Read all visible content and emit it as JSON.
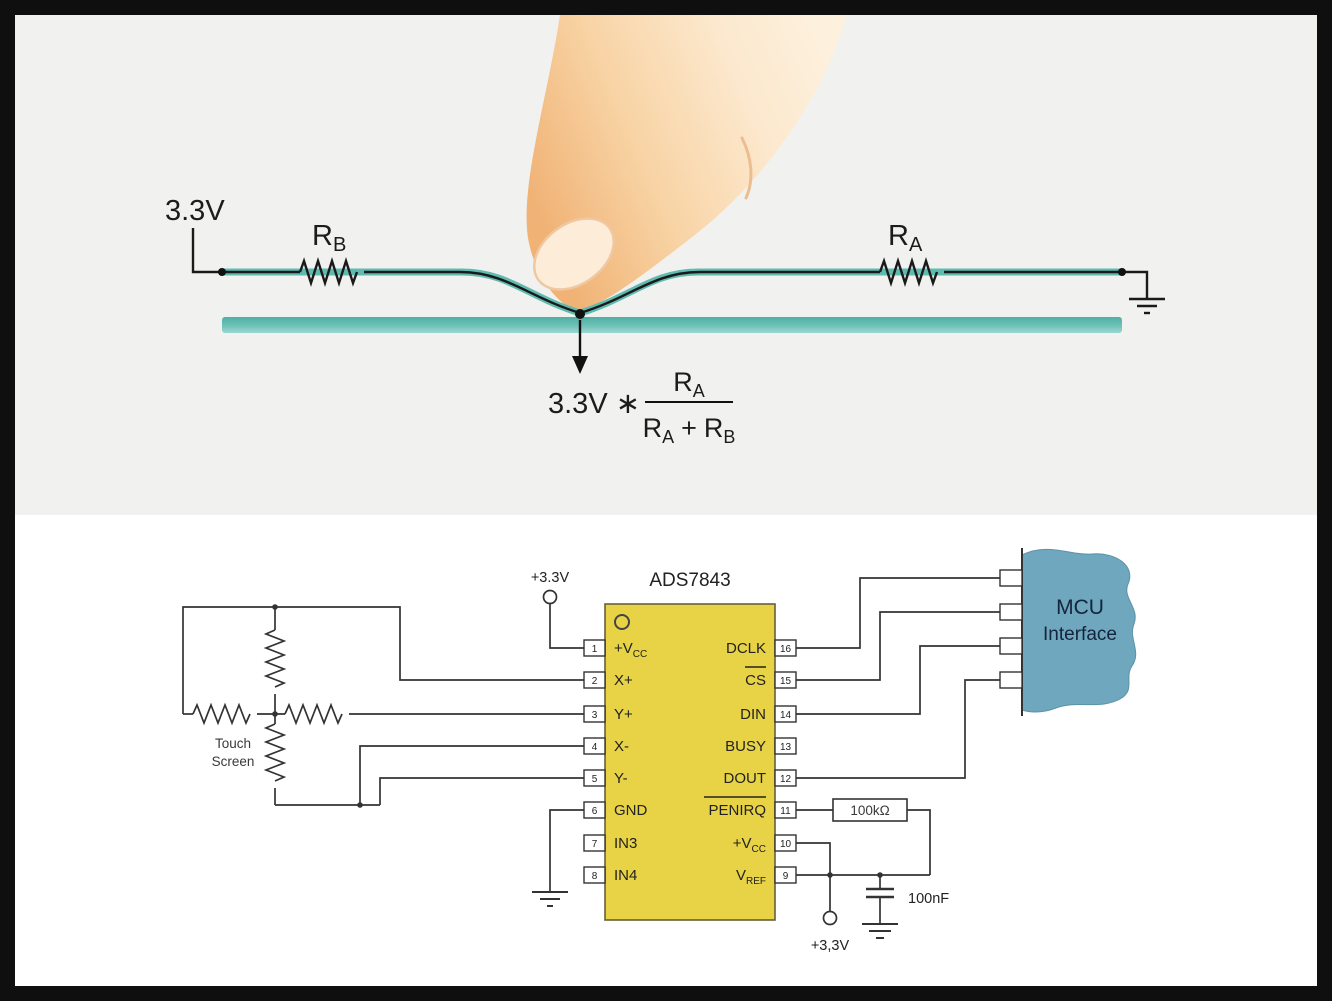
{
  "colors": {
    "frame": "#0f0f0f",
    "panel_gray": "#f1f1ef",
    "teal_film": "#5fbab0",
    "chip_yellow": "#e8d245",
    "mcu_blue": "#6ea7be",
    "wire_black": "#1a1a1a",
    "schematic_wire": "#333333",
    "finger_skin": "#f8d3a4"
  },
  "touch_model": {
    "supply_label": "3.3V",
    "resistor_b": {
      "base": "R",
      "sub": "B"
    },
    "resistor_a": {
      "base": "R",
      "sub": "A"
    },
    "formula": {
      "prefix": "3.3V ∗",
      "numerator": {
        "base": "R",
        "sub": "A"
      },
      "denominator": {
        "r1": "R",
        "r1_sub": "A",
        "op": "+",
        "r2": "R",
        "r2_sub": "B"
      }
    }
  },
  "schematic": {
    "chip_title": "ADS7843",
    "left_pins": [
      {
        "num": "1",
        "label": "+V",
        "sub": "CC"
      },
      {
        "num": "2",
        "label": "X+",
        "sub": ""
      },
      {
        "num": "3",
        "label": "Y+",
        "sub": ""
      },
      {
        "num": "4",
        "label": "X-",
        "sub": ""
      },
      {
        "num": "5",
        "label": "Y-",
        "sub": ""
      },
      {
        "num": "6",
        "label": "GND",
        "sub": ""
      },
      {
        "num": "7",
        "label": "IN3",
        "sub": ""
      },
      {
        "num": "8",
        "label": "IN4",
        "sub": ""
      }
    ],
    "right_pins": [
      {
        "num": "16",
        "label": "DCLK",
        "sub": "",
        "overline": false
      },
      {
        "num": "15",
        "label": "CS",
        "sub": "",
        "overline": true
      },
      {
        "num": "14",
        "label": "DIN",
        "sub": "",
        "overline": false
      },
      {
        "num": "13",
        "label": "BUSY",
        "sub": "",
        "overline": false
      },
      {
        "num": "12",
        "label": "DOUT",
        "sub": "",
        "overline": false
      },
      {
        "num": "11",
        "label": "PENIRQ",
        "sub": "",
        "overline": true
      },
      {
        "num": "10",
        "label": "+V",
        "sub": "CC"
      },
      {
        "num": "9",
        "label": "V",
        "sub": "REF"
      }
    ],
    "supply_top": "+3.3V",
    "supply_bottom": "+3,3V",
    "touchscreen_label": {
      "line1": "Touch",
      "line2": "Screen"
    },
    "mcu_label": {
      "line1": "MCU",
      "line2": "Interface"
    },
    "pullup_value": "100kΩ",
    "cap_value": "100nF"
  }
}
